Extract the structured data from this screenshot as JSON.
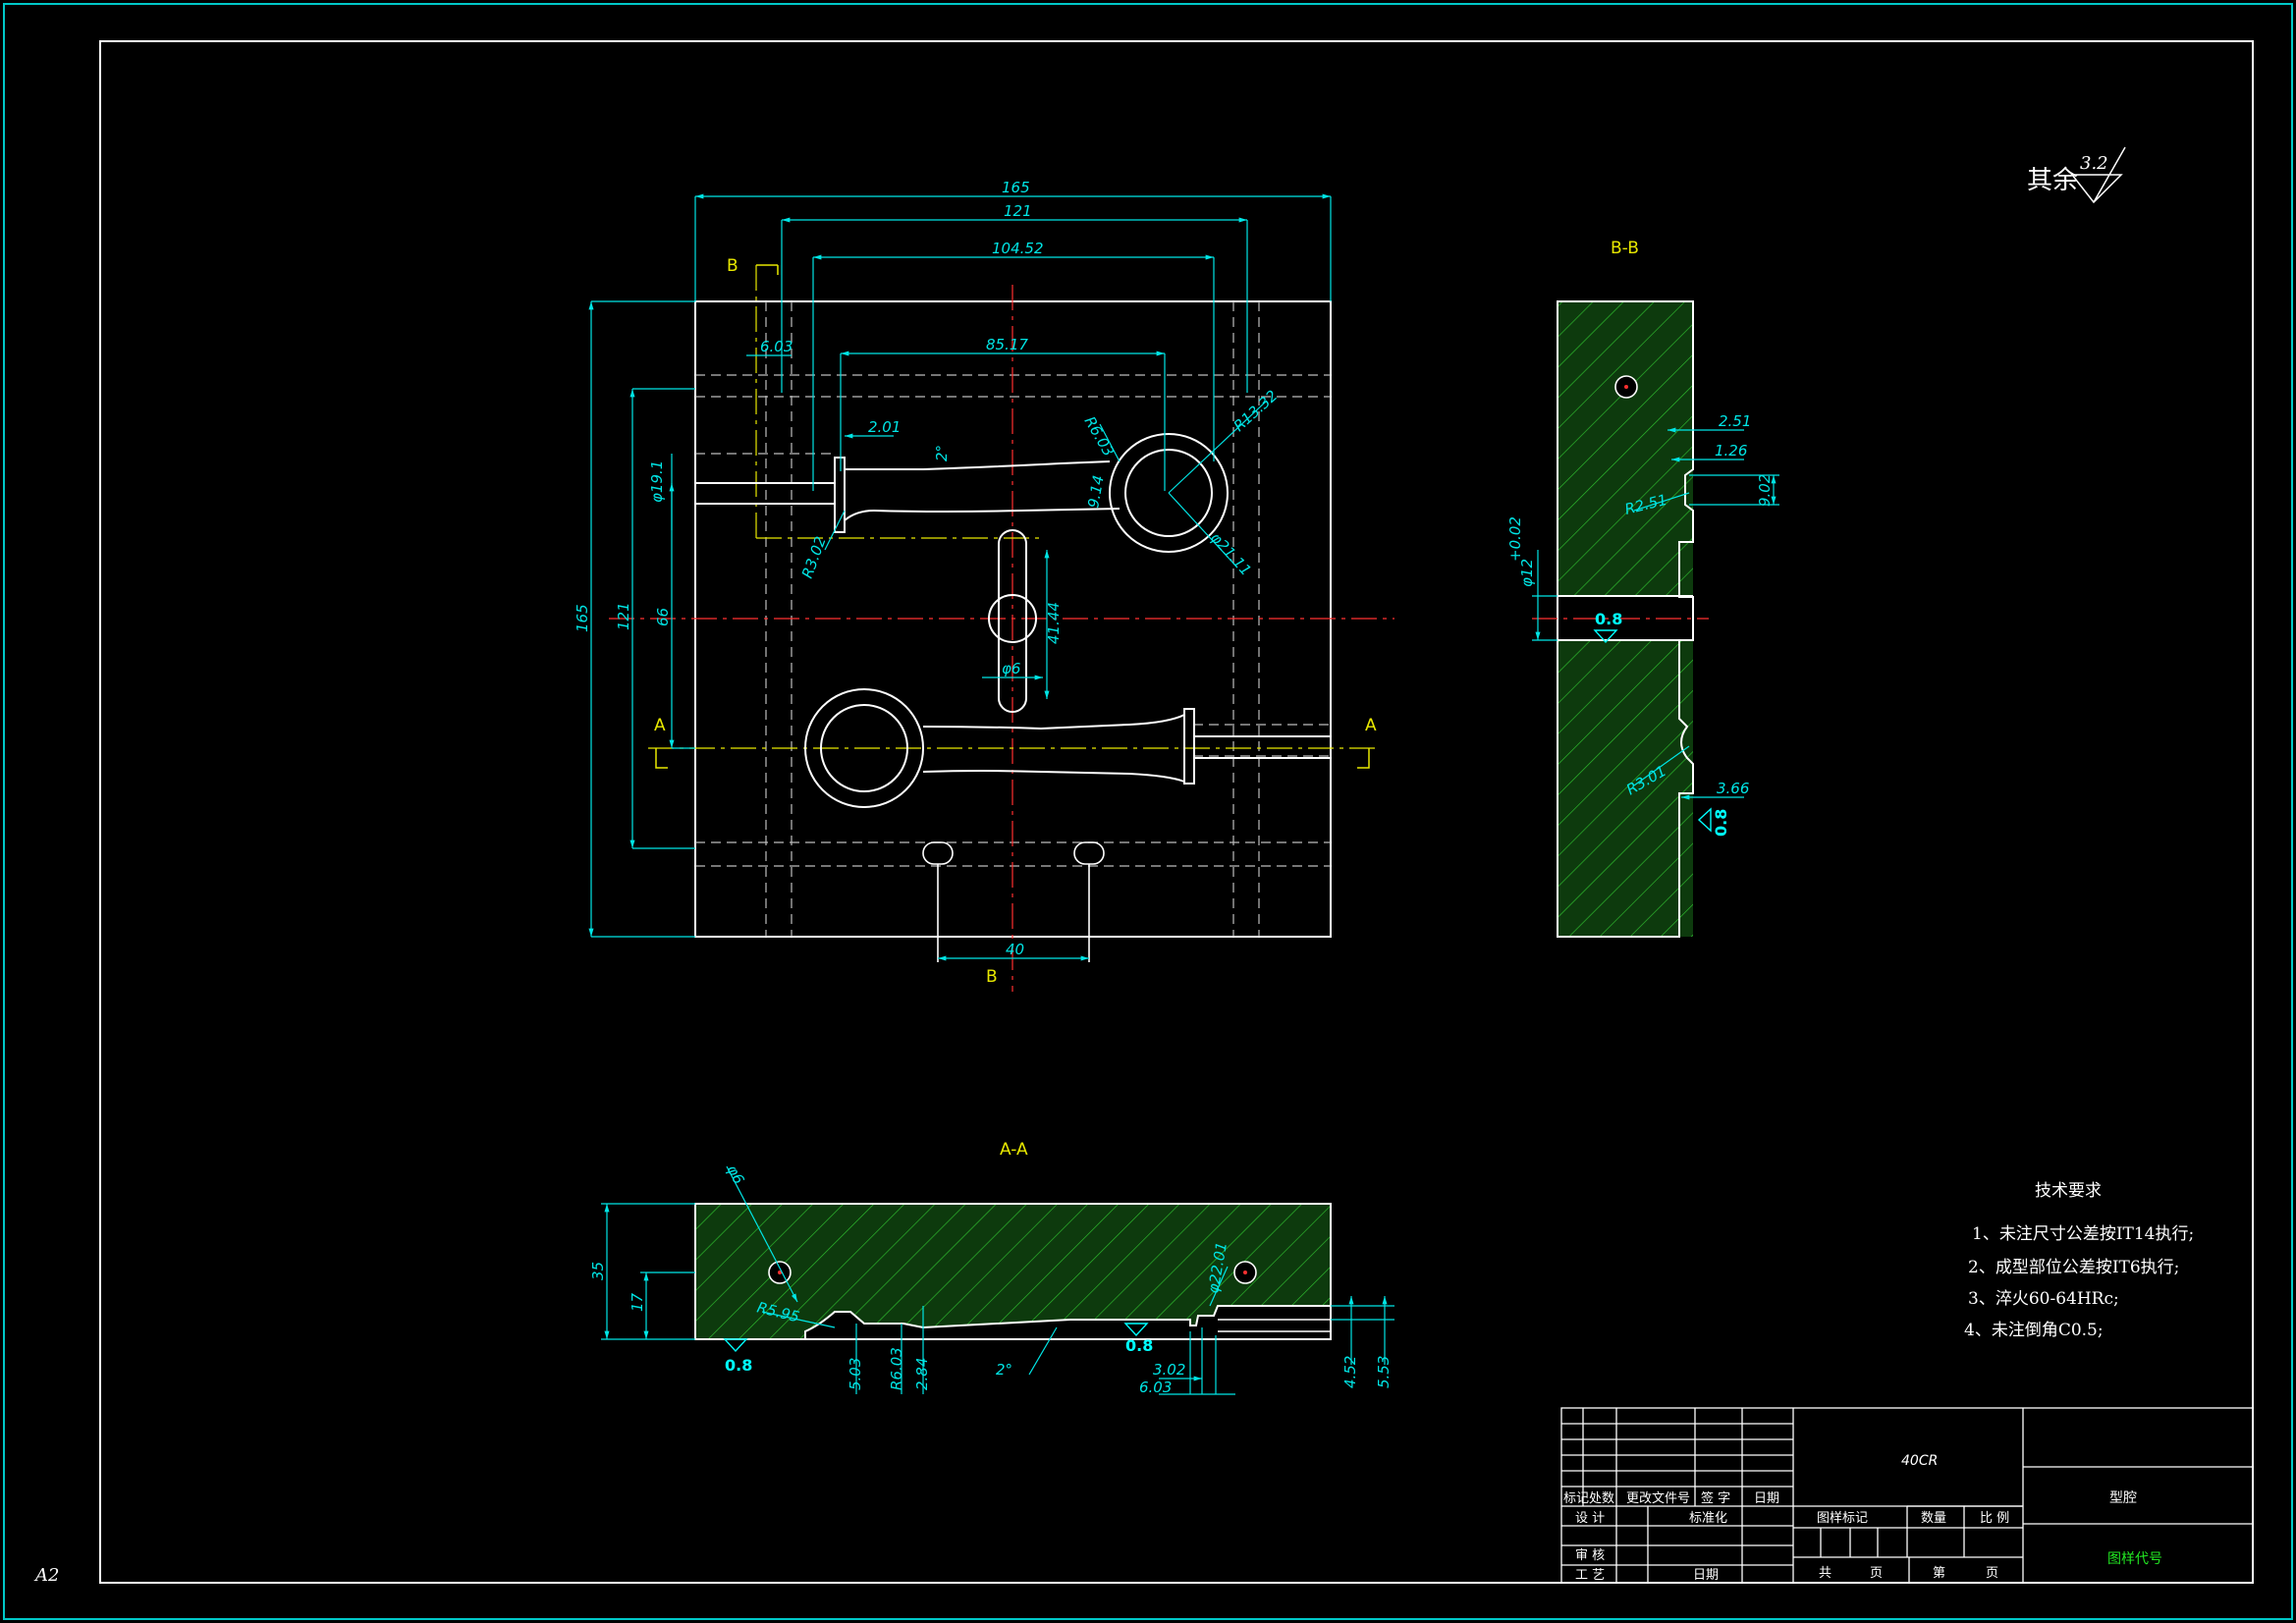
{
  "sheet_size": "A2",
  "surface_note": {
    "prefix": "其余",
    "value": "3.2"
  },
  "views": {
    "section_bb_label": "B-B",
    "section_aa_label": "A-A",
    "cut_a": "A",
    "cut_b": "B"
  },
  "dims_main": {
    "overall_w": "165",
    "w121": "121",
    "w10452": "104.52",
    "w8517": "85.17",
    "d603": "6.03",
    "d201": "2.01",
    "angle2": "2°",
    "r603": "R6.03",
    "r1332": "R13.32",
    "d914": "9.14",
    "phi2111": "φ21.11",
    "r302": "R3.02",
    "h165": "165",
    "h121": "121",
    "h66": "66",
    "phi191": "φ19.1",
    "d4144": "41.44",
    "phi6": "φ6",
    "w40": "40"
  },
  "dims_bb": {
    "d251": "2.51",
    "d126": "1.26",
    "r251": "R2.51",
    "d902": "9.02",
    "phi": "φ12",
    "tol": "+0.02",
    "rough1": "0.8",
    "r301": "R3.01",
    "d366": "3.66",
    "rough2": "0.8"
  },
  "dims_aa": {
    "phi6": "φ6",
    "h35": "35",
    "h17": "17",
    "r595": "R5.95",
    "d503": "5.03",
    "r603": "R6.03",
    "d284": "2.84",
    "angle2": "2°",
    "phi2201": "φ22.01",
    "d302": "3.02",
    "d603": "6.03",
    "d452": "4.52",
    "d553": "5.53",
    "rough_left": "0.8",
    "rough_mid": "0.8"
  },
  "tech_requirements": {
    "title": "技术要求",
    "items": [
      "1、未注尺寸公差按IT14执行;",
      "2、成型部位公差按IT6执行;",
      "3、淬火60-64HRc;",
      "4、未注倒角C0.5;"
    ]
  },
  "title_block": {
    "material": "40CR",
    "name": "型腔",
    "drawing_no": "图样代号",
    "rev_headers": [
      "标记",
      "处数",
      "更改文件号",
      "签 字",
      "日期"
    ],
    "design": "设 计",
    "standard": "标准化",
    "review": "审 核",
    "process": "工 艺",
    "date": "日期",
    "stage_mark": "图样标记",
    "quantity": "数量",
    "scale": "比 例",
    "total": "共",
    "page_unit": "页",
    "sheet_no": "第",
    "page_unit2": "页"
  },
  "colors": {
    "background": "#000000",
    "outline": "#ffffff",
    "dimension": "#00e5e5",
    "label": "#e8e800",
    "centerline": "#ff3030",
    "hatch": "#1a9a1a",
    "hidden": "#c8c8c8"
  }
}
